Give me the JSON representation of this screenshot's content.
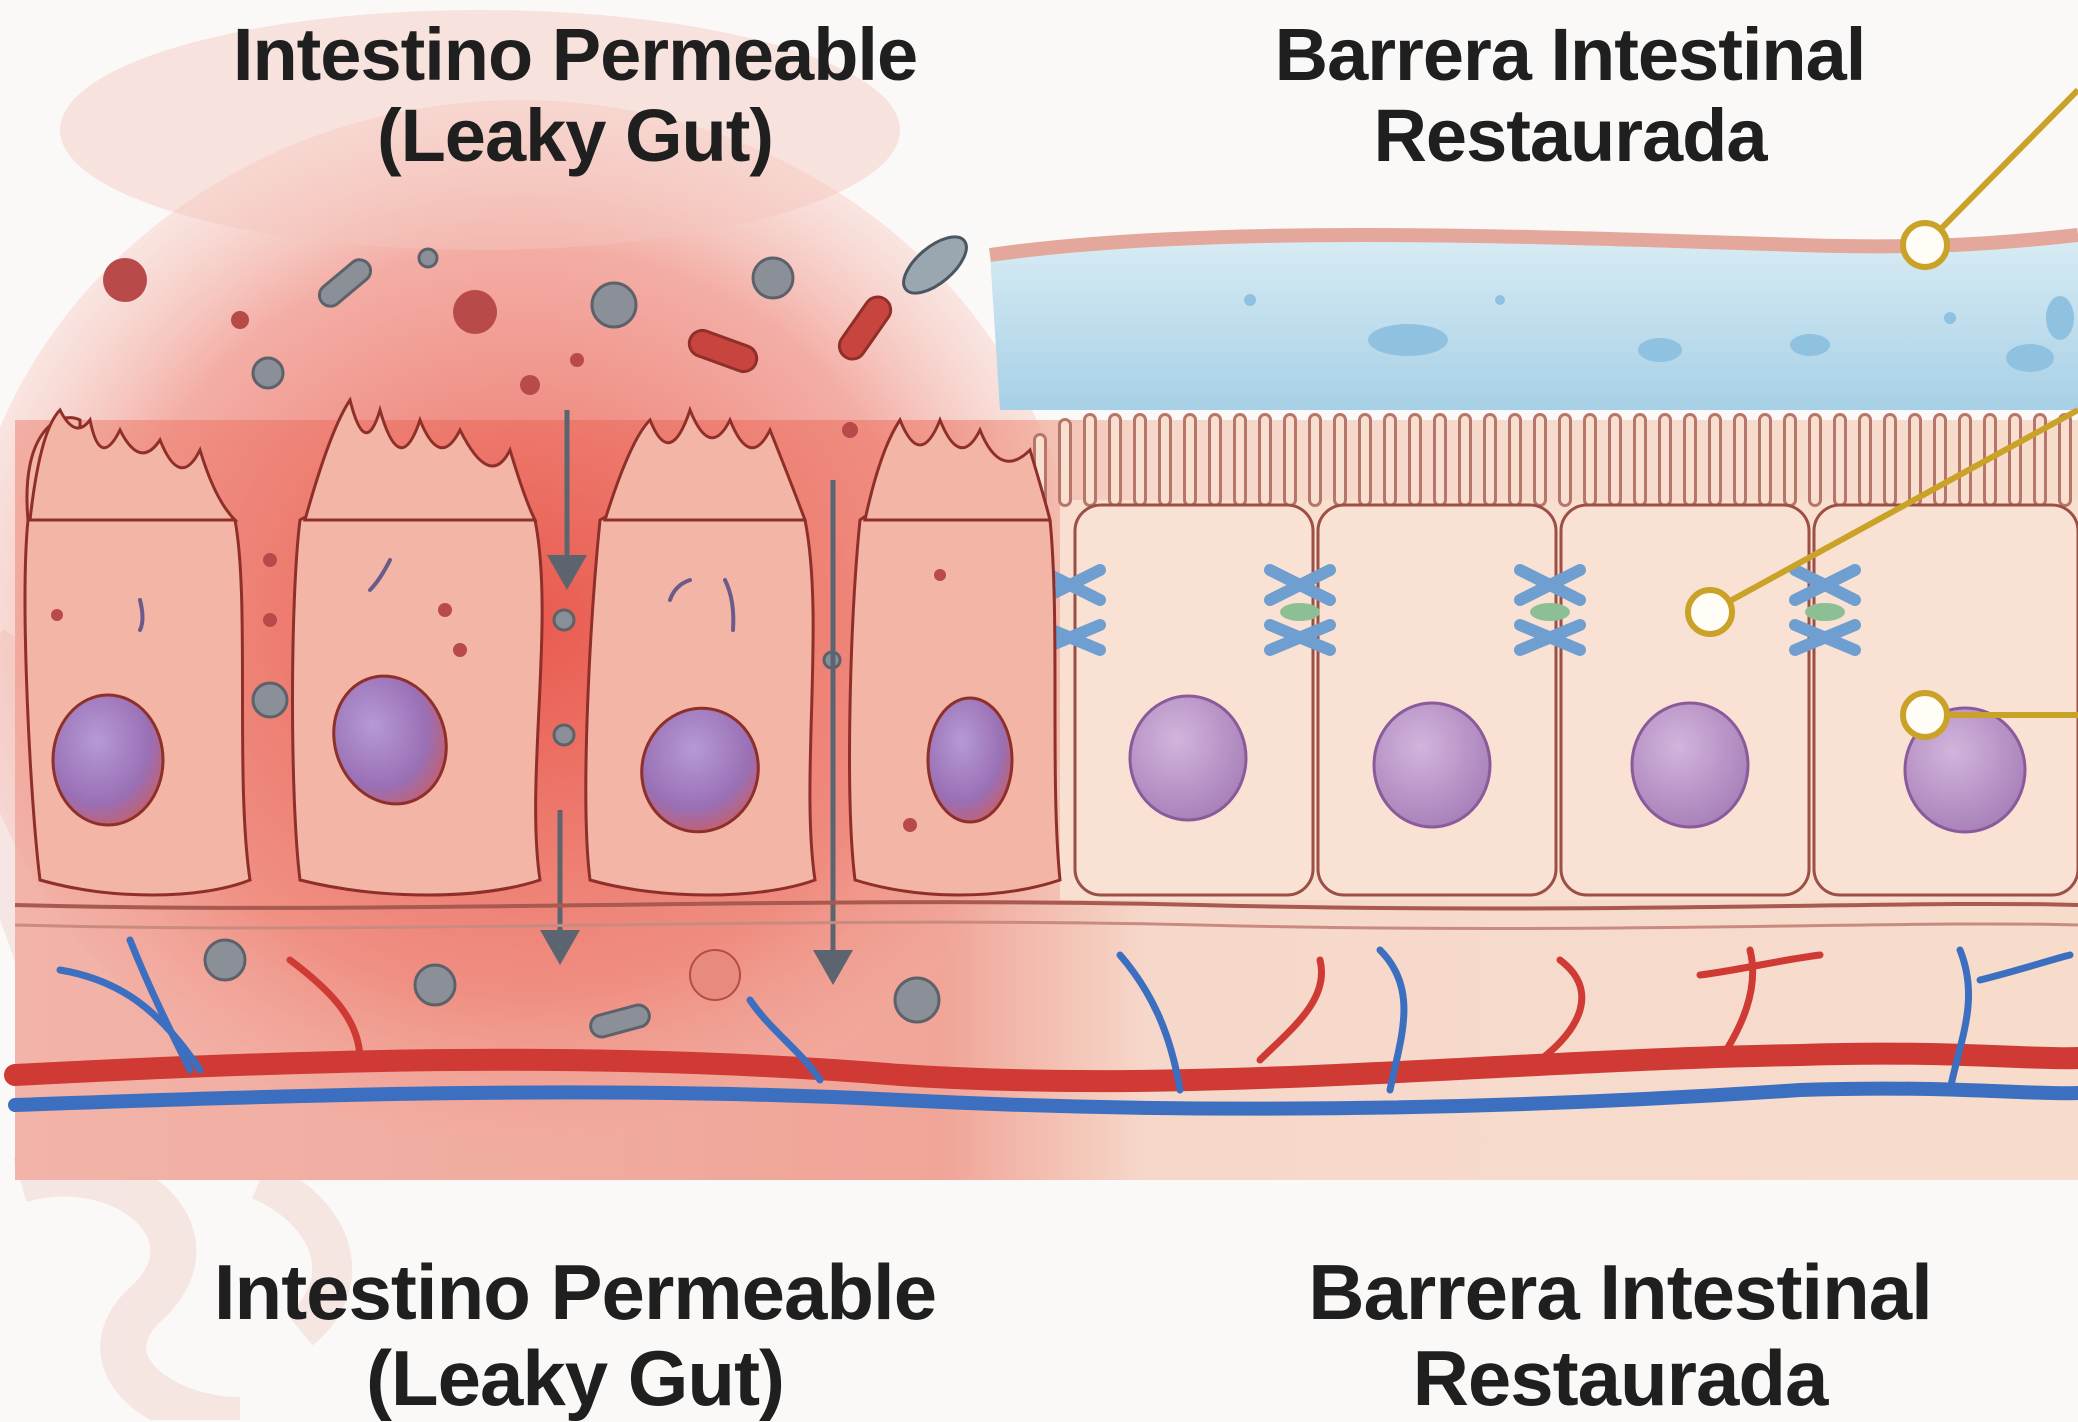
{
  "labels": {
    "leaky_top": {
      "line1": "Intestino Permeable",
      "line2": "(Leaky Gut)"
    },
    "barrier_top": {
      "line1": "Barrera Intestinal",
      "line2": "Restaurada"
    },
    "leaky_bottom": {
      "line1": "Intestino Permeable",
      "line2": "(Leaky Gut)"
    },
    "barrier_bottom": {
      "line1": "Barrera Intestinal",
      "line2": "Restaurada"
    }
  },
  "colors": {
    "inflamed": "#e2574c",
    "healthy_cell": "#f6d9c8",
    "mucus": "#bfdcec",
    "nucleus": "#b58fc4",
    "tight_junction": "#6f9fd0",
    "artery": "#cf3a34",
    "vein": "#3d6fc0",
    "callout": "#c9a227"
  }
}
